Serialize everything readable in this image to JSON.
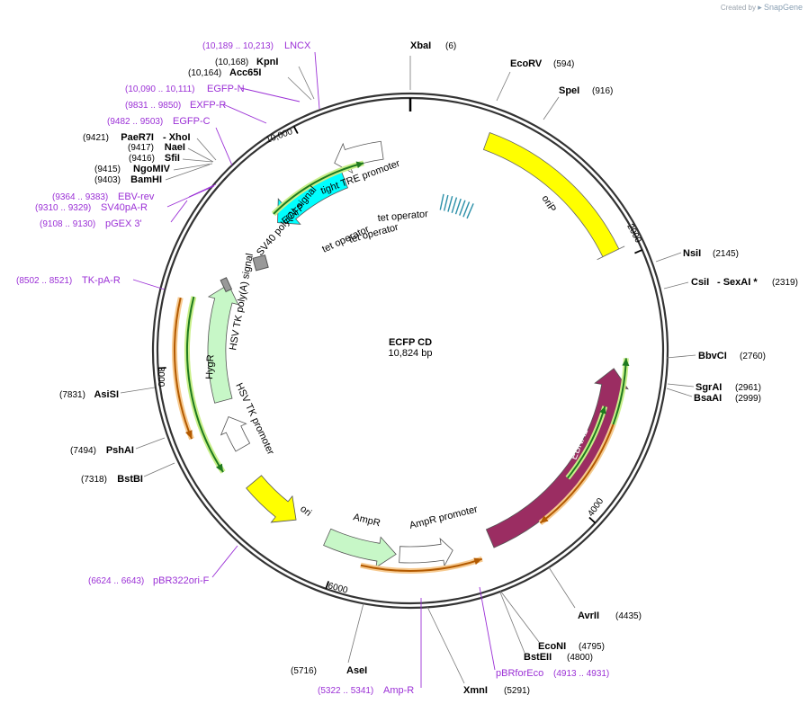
{
  "credit": {
    "prefix": "Created by",
    "brand": "SnapGene",
    "icon": "snapgene-logo-icon"
  },
  "plasmid": {
    "name": "ECFP CD",
    "length": "10,824 bp"
  },
  "ticks": [
    "2000",
    "4000",
    "6000",
    "8000",
    "10,000"
  ],
  "sites": [
    {
      "name": "XbaI",
      "pos": "(6)"
    },
    {
      "name": "EcoRV",
      "pos": "(594)"
    },
    {
      "name": "SpeI",
      "pos": "(916)"
    },
    {
      "name": "NsiI",
      "pos": "(2145)"
    },
    {
      "name": "CsiI",
      "sep": "- SexAI *",
      "pos": "(2319)"
    },
    {
      "name": "BbvCI",
      "pos": "(2760)"
    },
    {
      "name": "SgrAI",
      "pos": "(2961)"
    },
    {
      "name": "BsaAI",
      "pos": "(2999)"
    },
    {
      "name": "AvrII",
      "pos": "(4435)"
    },
    {
      "name": "EcoNI",
      "pos": "(4795)"
    },
    {
      "name": "BstEII",
      "pos": "(4800)"
    },
    {
      "name": "XmnI",
      "pos": "(5291)"
    },
    {
      "name": "AseI",
      "pos": "(5716)"
    },
    {
      "name": "BstBI",
      "pos": "(7318)"
    },
    {
      "name": "PshAI",
      "pos": "(7494)"
    },
    {
      "name": "AsiSI",
      "pos": "(7831)"
    },
    {
      "name": "BamHI",
      "pos": "(9403)"
    },
    {
      "name": "NgoMIV",
      "pos": "(9415)"
    },
    {
      "name": "SfiI",
      "pos": "(9416)"
    },
    {
      "name": "NaeI",
      "pos": "(9417)"
    },
    {
      "name": "PaeR7I",
      "sep": "- XhoI",
      "pos": "(9421)"
    },
    {
      "name": "Acc65I",
      "pos": "(10,164)"
    },
    {
      "name": "KpnI",
      "pos": "(10,168)"
    }
  ],
  "primers": [
    {
      "name": "LNCX",
      "range": "(10,189 .. 10,213)"
    },
    {
      "name": "EGFP-N",
      "range": "(10,090 .. 10,111)"
    },
    {
      "name": "EXFP-R",
      "range": "(9831 .. 9850)"
    },
    {
      "name": "EGFP-C",
      "range": "(9482 .. 9503)"
    },
    {
      "name": "EBV-rev",
      "range": "(9364 .. 9383)"
    },
    {
      "name": "SV40pA-R",
      "range": "(9310 .. 9329)"
    },
    {
      "name": "pGEX 3'",
      "range": "(9108 .. 9130)"
    },
    {
      "name": "TK-pA-R",
      "range": "(8502 .. 8521)"
    },
    {
      "name": "pBR322ori-F",
      "range": "(6624 .. 6643)"
    },
    {
      "name": "Amp-R",
      "range": "(5322 .. 5341)"
    },
    {
      "name": "pBRforEco",
      "range": "(4913 .. 4931)"
    }
  ],
  "features": {
    "oriP": "oriP",
    "EBNA1": "EBNA1",
    "tight_tre": "tight TRE promoter",
    "ECFP": "ECFP",
    "tet_op_1": "tet operator",
    "tet_op_2": "tet operator",
    "tet_op_3": "tet operator",
    "sv40": "SV40 poly(A) signal",
    "hsv_tk_polya": "HSV TK poly(A) signal",
    "HygR": "HygR",
    "hsv_tk_prom": "HSV TK promoter",
    "ori": "ori",
    "AmpR": "AmpR",
    "ampr_prom": "AmpR promoter"
  },
  "colors": {
    "backbone": "#333333",
    "primer": "#9b30d6",
    "oriP": "#ffff00",
    "EBNA1": "#9b2d62",
    "ECFP": "#00ffff",
    "HygR": "#c7f7c7",
    "AmpR": "#c7f7c7",
    "ori": "#ffff00",
    "orf_green": "#1f7a1f",
    "orf_orange": "#b35a00"
  }
}
